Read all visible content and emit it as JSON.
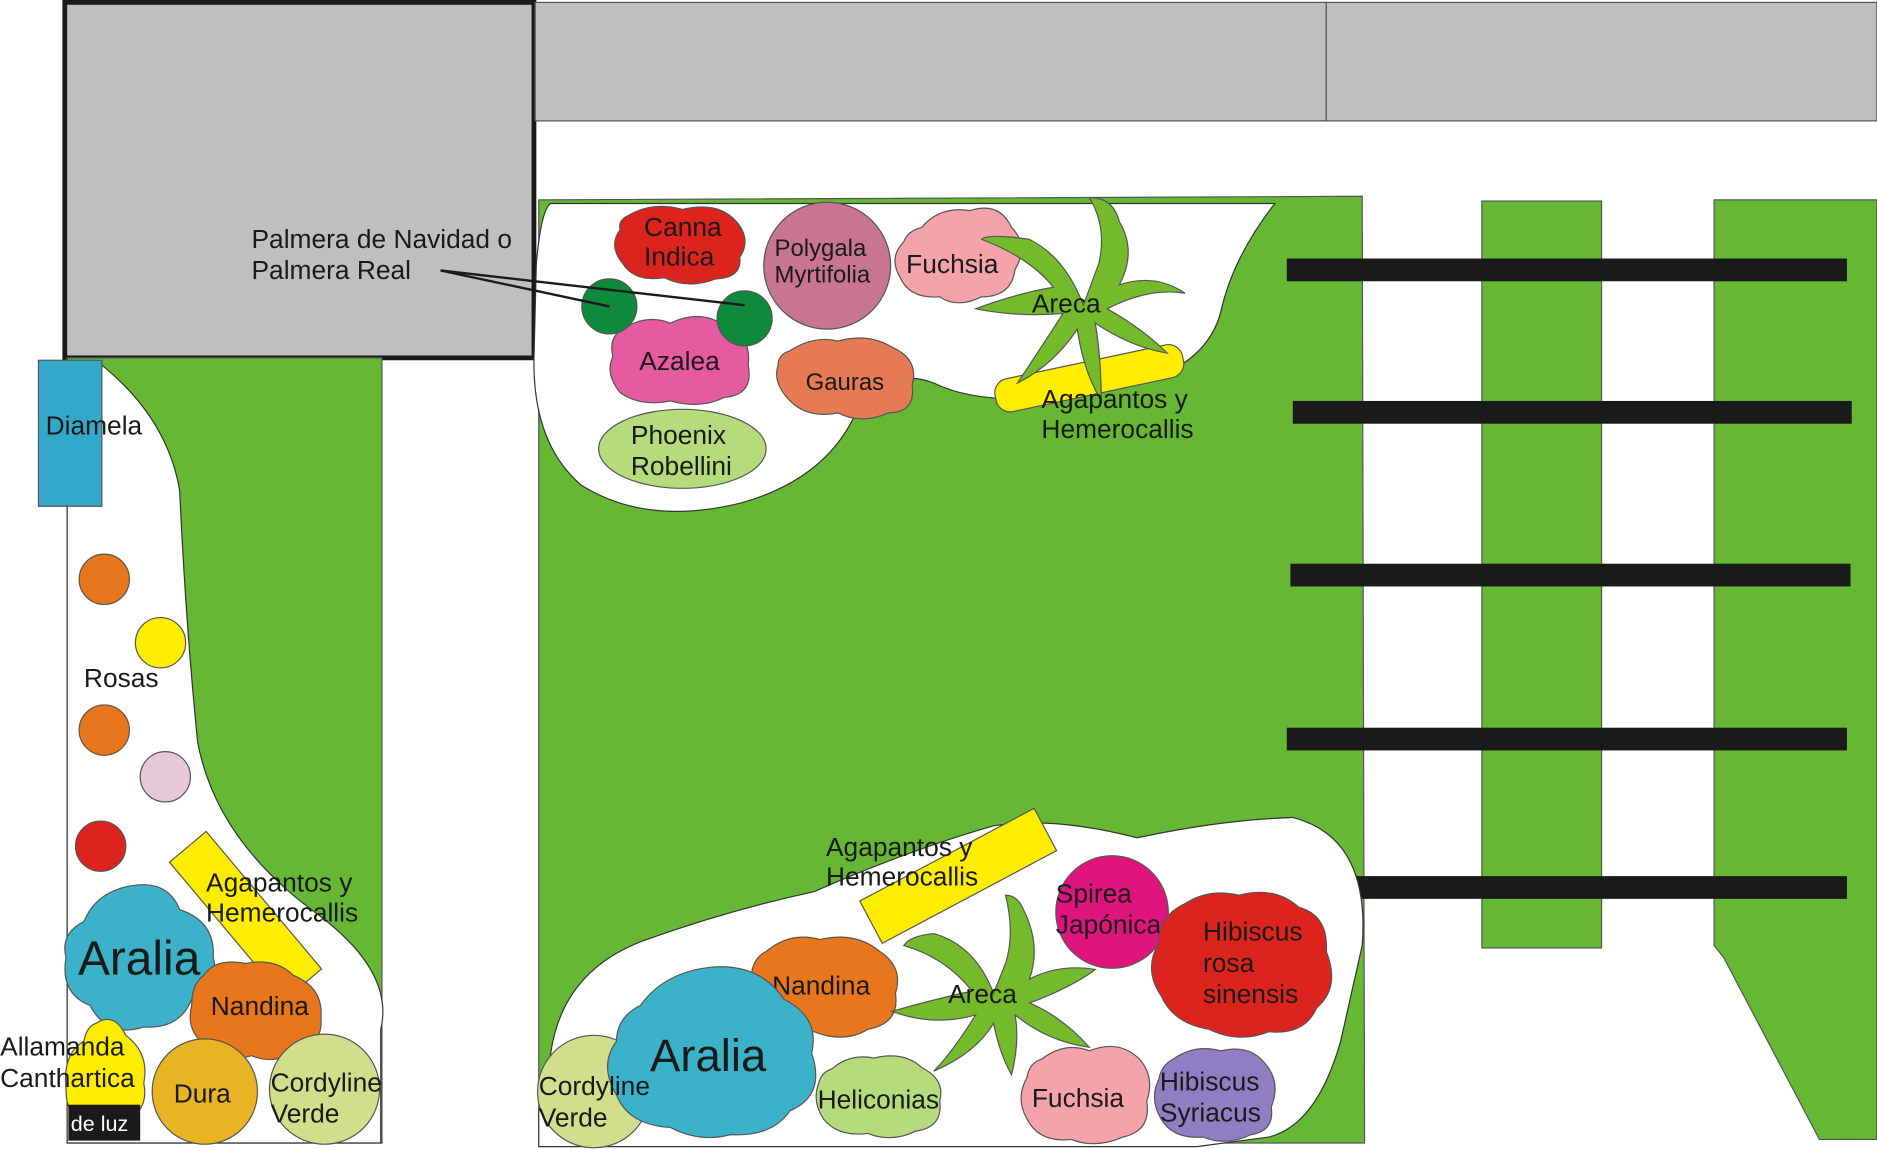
{
  "plan": {
    "palm_callout": {
      "line1": "Palmera de Navidad o",
      "line2": "Palmera Real"
    },
    "left_bed": {
      "diamela": "Diamela",
      "rosas": "Rosas",
      "agapantos": {
        "line1": "Agapantos y",
        "line2": "Hemerocallis"
      },
      "aralia": "Aralia",
      "nandina": "Nandina",
      "allamanda": {
        "line1": "Allamanda",
        "line2": "Canthartica"
      },
      "dura": "Dura",
      "cordyline": {
        "line1": "Cordyline",
        "line2": "Verde"
      },
      "stamp": "de luz"
    },
    "top_bed": {
      "canna": {
        "line1": "Canna",
        "line2": "Indica"
      },
      "polygala": {
        "line1": "Polygala",
        "line2": "Myrtifolia"
      },
      "fuchsia": "Fuchsia",
      "areca": "Areca",
      "azalea": "Azalea",
      "gauras": "Gauras",
      "agapantos": {
        "line1": "Agapantos y",
        "line2": "Hemerocallis"
      },
      "phoenix": {
        "line1": "Phoenix",
        "line2": "Robellini"
      }
    },
    "bottom_bed": {
      "agapantos": {
        "line1": "Agapantos y",
        "line2": "Hemerocallis"
      },
      "spirea": {
        "line1": "Spirea",
        "line2": "Japónica"
      },
      "hibiscus_rosa": {
        "line1": "Hibiscus",
        "line2": "rosa",
        "line3": "sinensis"
      },
      "nandina": "Nandina",
      "areca": "Areca",
      "aralia": "Aralia",
      "cordyline": {
        "line1": "Cordyline",
        "line2": "Verde"
      },
      "heliconias": "Heliconias",
      "fuchsia": "Fuchsia",
      "hibiscus_syriacus": {
        "line1": "Hibiscus",
        "line2": "Syriacus"
      }
    }
  },
  "colors": {
    "lawn": "#66b733",
    "building": "#bfbfbf",
    "path": "#ffffff",
    "steps": "#1a1a1a",
    "diamela": "#33a9c9",
    "orange": "#e8761c",
    "yellow": "#ffed00",
    "pale_pink": "#e6c8d6",
    "red": "#dc231d",
    "aralia": "#3bb2c9",
    "dura": "#e8b423",
    "cordyline": "#d2de8c",
    "canna": "#dc231d",
    "polygala": "#c77590",
    "fuchsia": "#f4a3ab",
    "areca": "#74ba2a",
    "azalea": "#e65aa0",
    "gauras": "#e67a55",
    "phoenix": "#b6db7c",
    "palm": "#0f8a3c",
    "spirea": "#e0147d",
    "hibiscus_rosa": "#dc231d",
    "heliconias": "#b6db7c",
    "hibiscus_syriacus": "#8f7fc2"
  }
}
